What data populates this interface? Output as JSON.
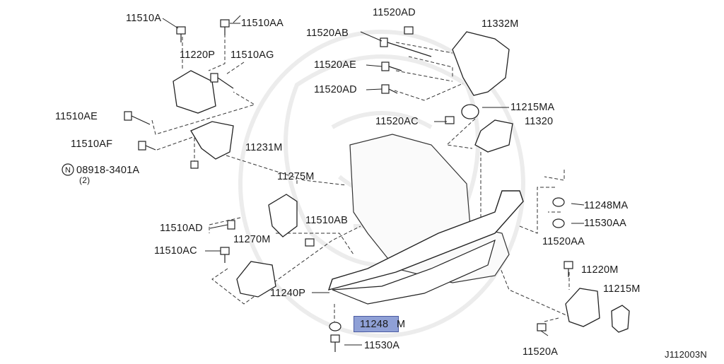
{
  "diagram": {
    "catalog_code": "J112003N",
    "highlighted_part": "11248M",
    "labels": {
      "p11510A": "11510A",
      "p11510AA": "11510AA",
      "p11220P": "11220P",
      "p11510AG": "11510AG",
      "p11510AE": "11510AE",
      "p11510AF": "11510AF",
      "p08918": "08918-3401A",
      "p08918_qty": "(2)",
      "p08918_n": "N",
      "p11231M": "11231M",
      "p11520AD_top": "11520AD",
      "p11520AB": "11520AB",
      "p11520AE": "11520AE",
      "p11520AD_mid": "11520AD",
      "p11332M": "11332M",
      "p11215MA": "11215MA",
      "p11520AC": "11520AC",
      "p11320": "11320",
      "p11275M": "11275M",
      "p11510AD": "11510AD",
      "p11510AB": "11510AB",
      "p11270M": "11270M",
      "p11510AC": "11510AC",
      "p11248MA": "11248MA",
      "p11530AA": "11530AA",
      "p11520AA": "11520AA",
      "p11220M": "11220M",
      "p11215M": "11215M",
      "p11240P": "11240P",
      "p11248M_a": "11248",
      "p11248M_b": "M",
      "p11530A": "11530A",
      "p11520A": "11520A"
    }
  }
}
